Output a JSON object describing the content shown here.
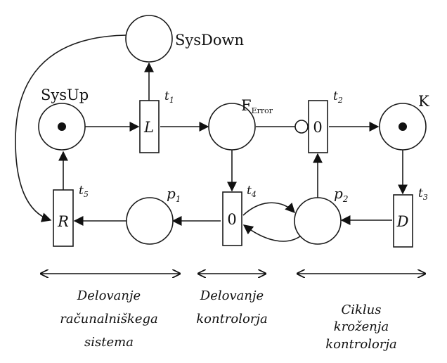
{
  "places": {
    "sysdown": {
      "label": "SysDown"
    },
    "sysup": {
      "label": "SysUp"
    },
    "ferror": {
      "label_main": "F",
      "label_sub": "Error"
    },
    "k": {
      "label": "K"
    },
    "p1": {
      "label_main": "p",
      "label_sub": "1"
    },
    "p2": {
      "label_main": "p",
      "label_sub": "2"
    }
  },
  "transitions": {
    "t1": {
      "inner": "L",
      "label_main": "t",
      "label_sub": "1"
    },
    "t2": {
      "inner": "0",
      "label_main": "t",
      "label_sub": "2"
    },
    "t3": {
      "inner": "D",
      "label_main": "t",
      "label_sub": "3"
    },
    "t4": {
      "inner": "0",
      "label_main": "t",
      "label_sub": "4"
    },
    "t5": {
      "inner": "R",
      "label_main": "t",
      "label_sub": "5"
    }
  },
  "sections": {
    "system": {
      "line1": "Delovanje",
      "line2": "računalniškega",
      "line3": "sistema"
    },
    "controller": {
      "line1": "Delovanje",
      "line2": "kontrolorja"
    },
    "cycle": {
      "line1": "Ciklus",
      "line2": "kroženja",
      "line3": "kontrolorja"
    }
  }
}
